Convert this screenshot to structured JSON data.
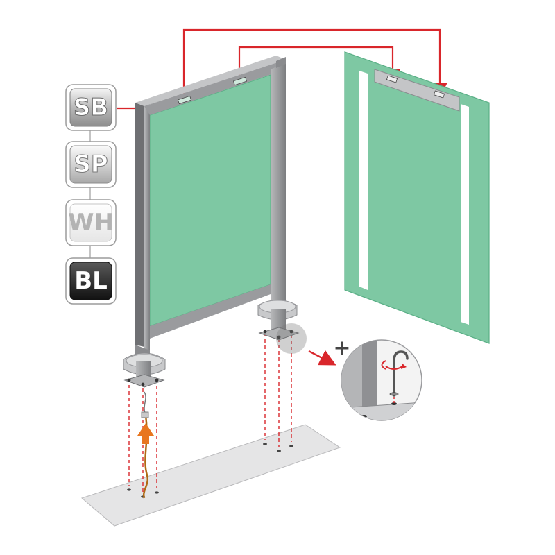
{
  "badges": [
    {
      "label": "SB",
      "variant": "brushed-steel"
    },
    {
      "label": "SP",
      "variant": "satin-chrome"
    },
    {
      "label": "WH",
      "variant": "white"
    },
    {
      "label": "BL",
      "variant": "black"
    }
  ],
  "detail": {
    "plus_symbol": "+"
  },
  "colors": {
    "glass": "#7ec8a3",
    "glass_edge": "#5aaf86",
    "frame": "#9a9b9e",
    "frame_dark": "#6f7073",
    "frame_light": "#c4c5c7",
    "connector": "#d9262b",
    "arrow": "#e8761f",
    "cable": "#b06a14",
    "floor": "#e5e5e6",
    "led_strip": "#ffffff",
    "badge_dark": "#2a2a2a"
  },
  "icons": [
    "cable-feed-arrow-icon",
    "rotate-arrow-icon",
    "hook-screw-icon",
    "magnifier-circle-icon"
  ]
}
